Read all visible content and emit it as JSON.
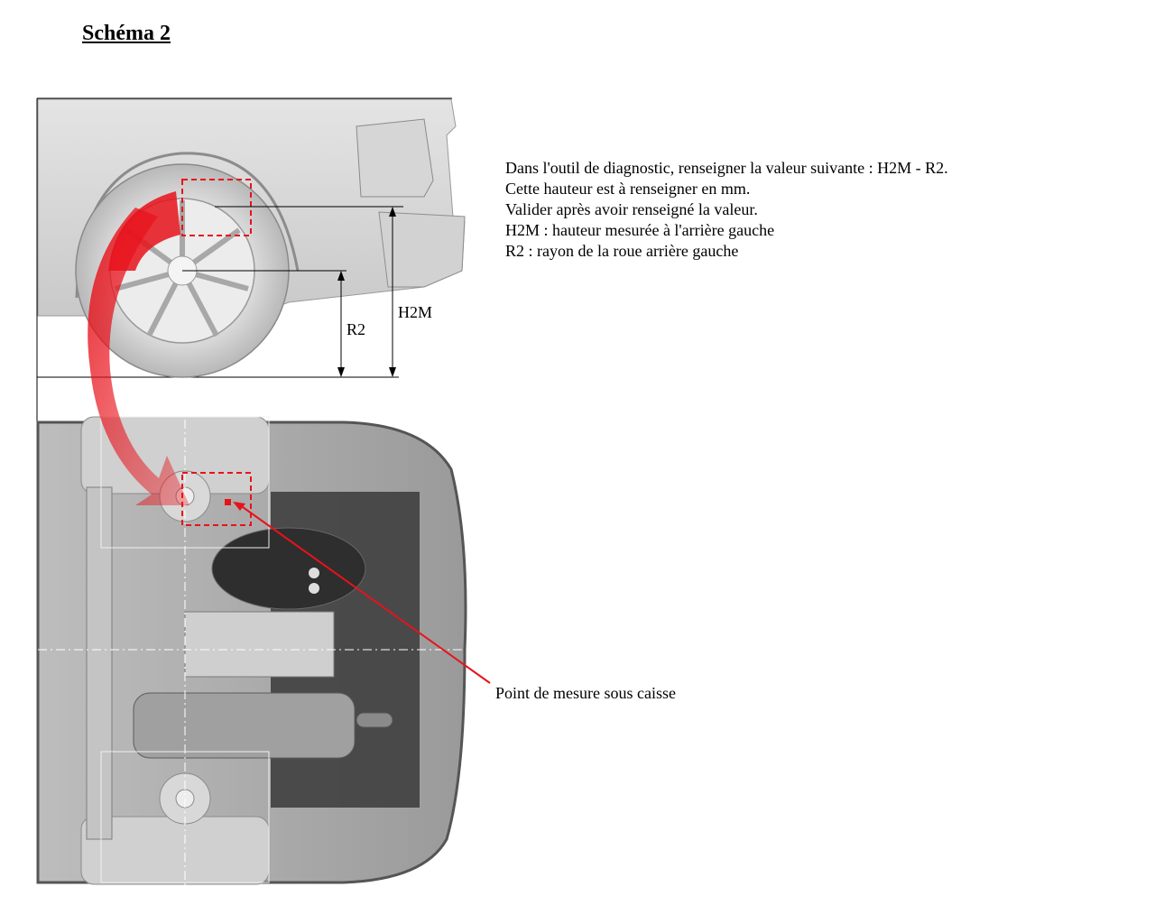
{
  "title": "Schéma 2",
  "instructions": [
    "Dans l'outil de diagnostic, renseigner la valeur suivante : H2M - R2.",
    "Cette hauteur est à renseigner en mm.",
    "Valider après avoir renseigné la valeur.",
    "H2M : hauteur mesurée à l'arrière gauche",
    "R2 : rayon de la roue arrière gauche"
  ],
  "labels": {
    "h2m": "H2M",
    "r2": "R2",
    "callout": "Point de mesure sous caisse"
  },
  "colors": {
    "highlight": "#e8121b",
    "outline": "#000000",
    "body_gray": "#c8c8c8"
  }
}
